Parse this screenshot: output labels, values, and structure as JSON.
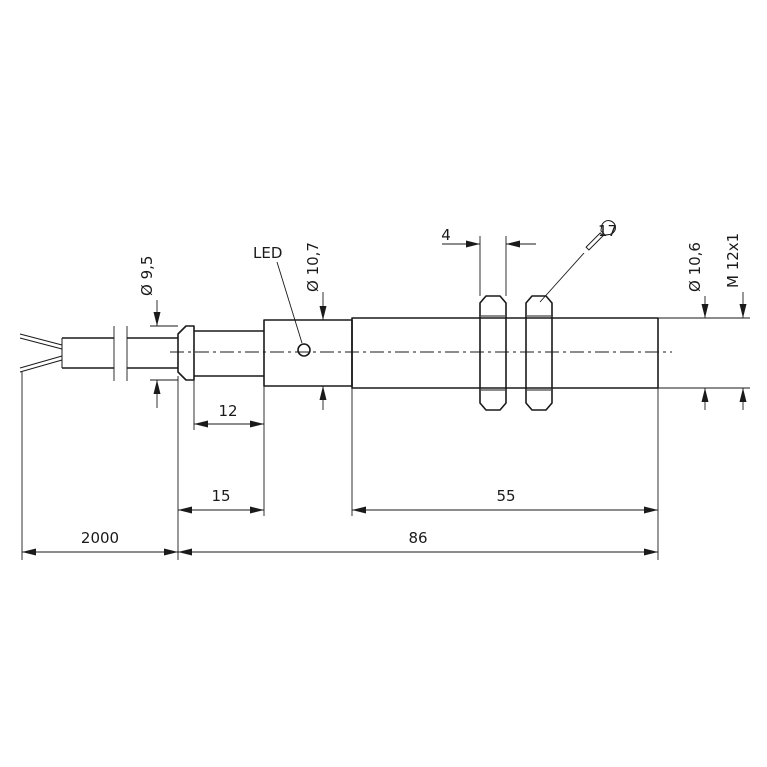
{
  "labels": {
    "led": "LED",
    "dia_cable_end": "Ø 9,5",
    "dia_led_sleeve": "Ø 10,7",
    "dia_body": "Ø 10,6",
    "thread": "M 12x1",
    "nut_width": "4",
    "wrench_size": "17",
    "dim_12": "12",
    "dim_15": "15",
    "dim_55": "55",
    "dim_86": "86",
    "cable_length": "2000"
  },
  "icons": {
    "wrench": "wrench-icon"
  }
}
